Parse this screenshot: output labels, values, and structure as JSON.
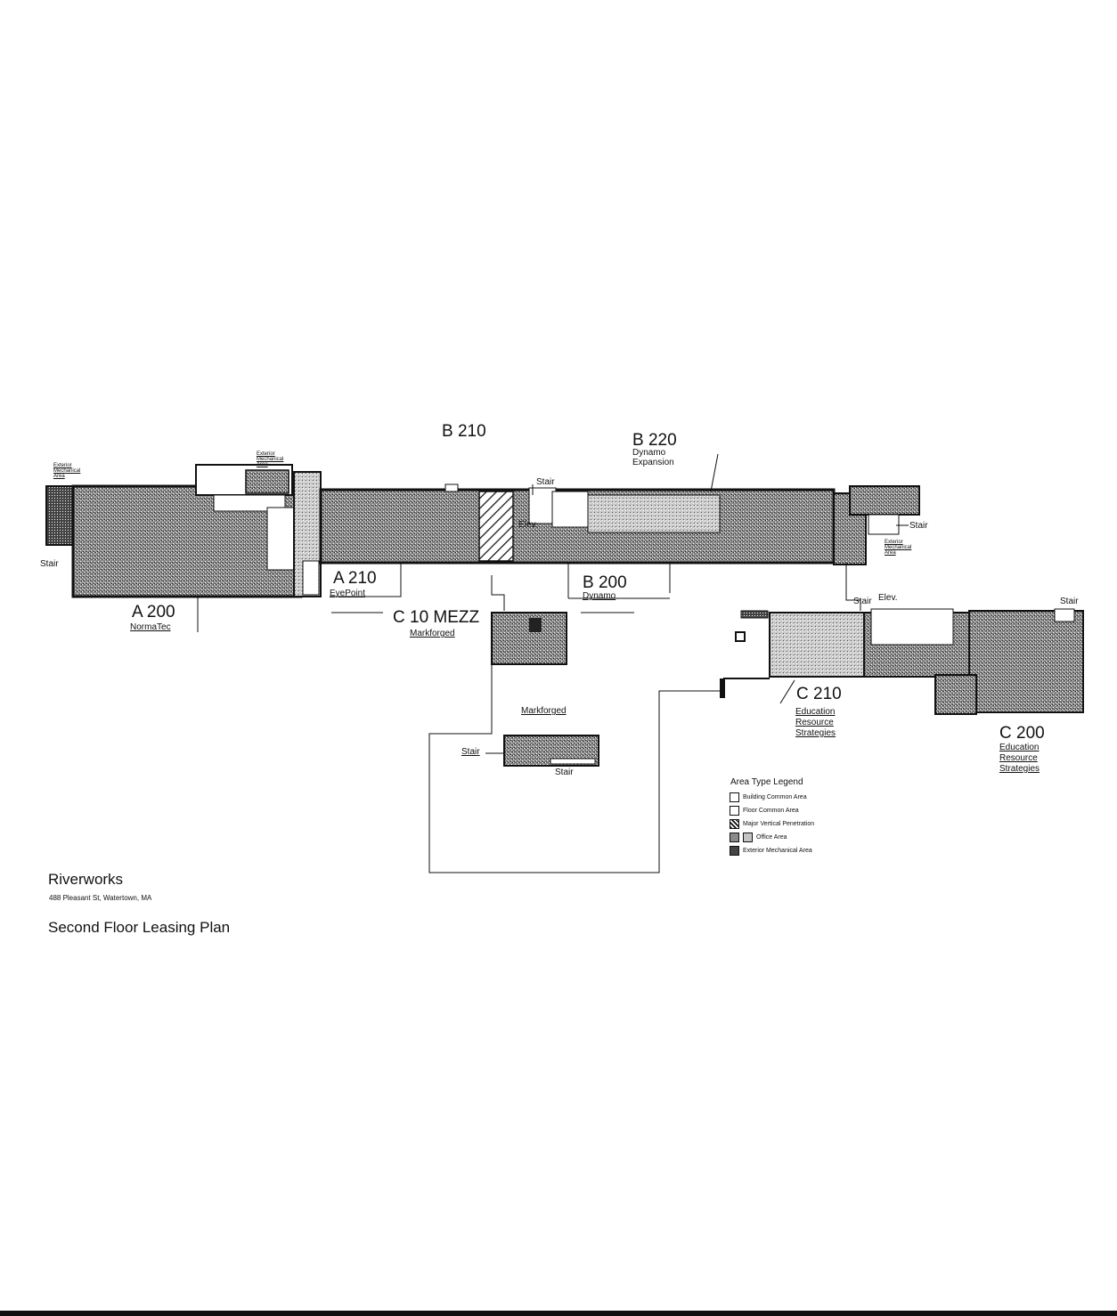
{
  "title": {
    "property": "Riverworks",
    "address": "488 Pleasant St, Watertown, MA",
    "plan_name": "Second Floor Leasing Plan"
  },
  "suites": [
    {
      "id": "a200",
      "suite": "A 200",
      "tenant": "NormaTec"
    },
    {
      "id": "a210",
      "suite": "A 210",
      "tenant": "EyePoint"
    },
    {
      "id": "b210",
      "suite": "B 210",
      "tenant": ""
    },
    {
      "id": "b220",
      "suite": "B 220",
      "tenant": "Dynamo Expansion"
    },
    {
      "id": "b200",
      "suite": "B 200",
      "tenant": "Dynamo"
    },
    {
      "id": "c10mezz",
      "suite": "C 10 MEZZ",
      "tenant": "Markforged"
    },
    {
      "id": "c210",
      "suite": "C 210",
      "tenant": "Education Resource Strategies"
    },
    {
      "id": "c200",
      "suite": "C 200",
      "tenant": "Education Resource Strategies"
    }
  ],
  "labels": {
    "stair": "Stair",
    "elev": "Elev.",
    "markforged": "Markforged",
    "ext_mech": "Exterior Mechanical Area",
    "dynamo_l1": "Dynamo",
    "dynamo_l2": "Expansion",
    "ers_l1": "Education",
    "ers_l2": "Resource",
    "ers_l3": "Strategies"
  },
  "legend": {
    "title": "Area Type Legend",
    "items": [
      {
        "label": "Building Common Area",
        "pattern": "blank"
      },
      {
        "label": "Floor Common Area",
        "pattern": "blank"
      },
      {
        "label": "Major Vertical Penetration",
        "pattern": "hatch"
      },
      {
        "label": "Office Area",
        "pattern": "stipple"
      },
      {
        "label": "Exterior Mechanical Area",
        "pattern": "dense"
      }
    ]
  },
  "colors": {
    "ink": "#111111",
    "office_fill": "#6f6f6f",
    "light_fill": "#b9b9b9",
    "paper": "#ffffff"
  }
}
